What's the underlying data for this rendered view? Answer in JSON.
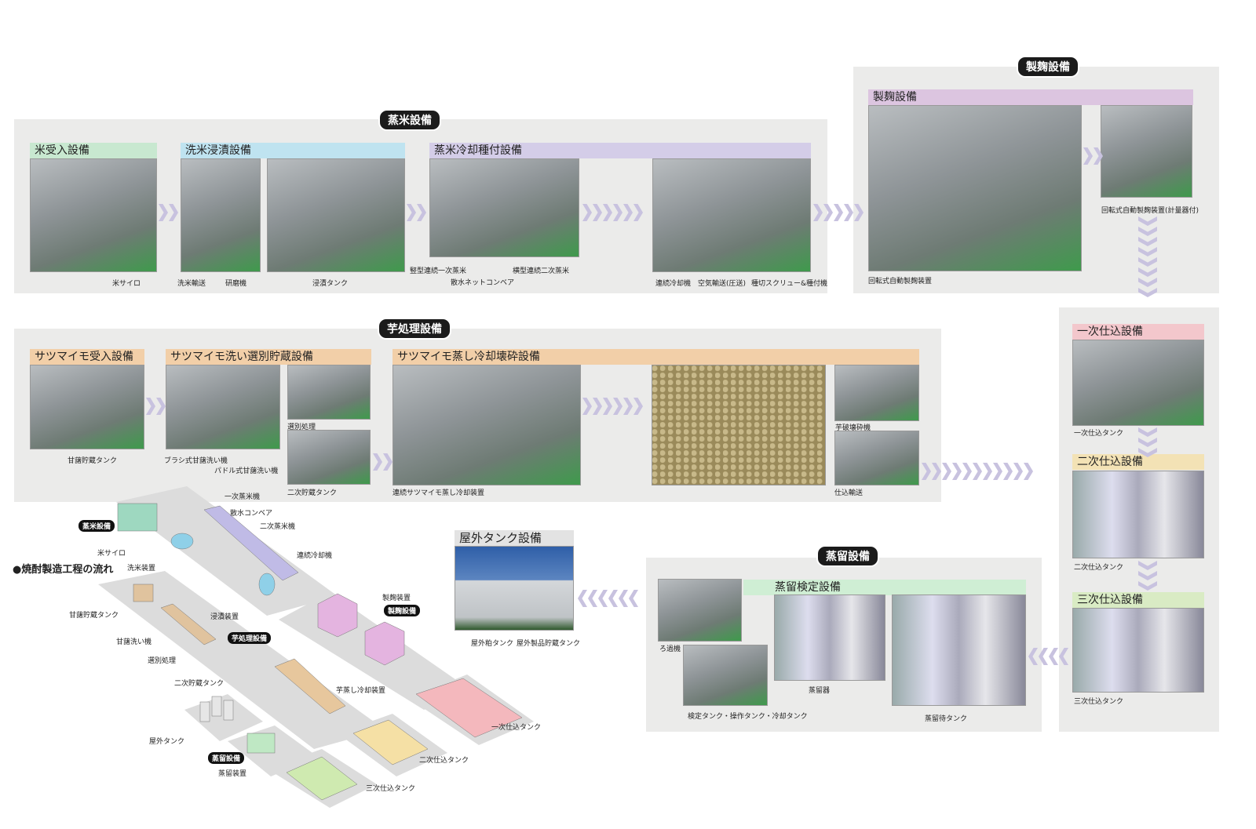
{
  "title": "●焼酎製造工程の流れ",
  "colors": {
    "arrow": "#c8c2df",
    "panel": "#ebebea",
    "rice_receive": "#c8e8d0",
    "wash": "#bfe3f0",
    "steam": "#d4cde8",
    "koji": "#dcc5e0",
    "imo": "#f2cfa8",
    "first": "#f3c7cc",
    "second": "#f3e2b5",
    "third": "#d9ebc4",
    "distill": "#cfeed4",
    "outdoor": "#e3e3e3"
  },
  "steam_rice": {
    "badge": "蒸米設備",
    "sections": [
      "米受入設備",
      "洗米浸漬設備",
      "蒸米冷却種付設備"
    ],
    "labels": [
      "米サイロ",
      "洗米輸送",
      "研磨機",
      "浸漬タンク",
      "竪型連続一次蒸米",
      "散水ネットコンベア",
      "横型連続二次蒸米",
      "連続冷却機",
      "空気輸送(圧送)",
      "種切スクリュー&種付機"
    ]
  },
  "koji": {
    "badge": "製麹設備",
    "section": "製麹設備",
    "labels": [
      "回転式自動製麹装置",
      "回転式自動製麹装置(計量器付)"
    ]
  },
  "imo": {
    "badge": "芋処理設備",
    "sections": [
      "サツマイモ受入設備",
      "サツマイモ洗い選別貯蔵設備",
      "サツマイモ蒸し冷却壊砕設備"
    ],
    "labels": [
      "甘藷貯蔵タンク",
      "ブラシ式甘藷洗い機",
      "パドル式甘藷洗い機",
      "選別処理",
      "二次貯蔵タンク",
      "連続サツマイモ蒸し冷却装置",
      "芋破壊砕機",
      "仕込輸送"
    ]
  },
  "mash": {
    "sections": [
      "一次仕込設備",
      "二次仕込設備",
      "三次仕込設備"
    ],
    "labels": [
      "一次仕込タンク",
      "二次仕込タンク",
      "三次仕込タンク"
    ]
  },
  "distill": {
    "badge": "蒸留設備",
    "section": "蒸留検定設備",
    "labels": [
      "ろ過機",
      "検定タンク・操作タンク・冷却タンク",
      "蒸留器",
      "蒸留待タンク"
    ]
  },
  "outdoor": {
    "section": "屋外タンク設備",
    "labels": [
      "屋外粕タンク",
      "屋外製品貯蔵タンク"
    ]
  },
  "diagram": {
    "badges": [
      "蒸米設備",
      "製麹設備",
      "芋処理設備",
      "蒸留設備"
    ],
    "labels": [
      "一次蒸米機",
      "散水コンベア",
      "二次蒸米機",
      "連続冷却機",
      "米サイロ",
      "洗米装置",
      "浸漬装置",
      "製麹装置",
      "甘藷貯蔵タンク",
      "甘藷洗い機",
      "選別処理",
      "二次貯蔵タンク",
      "芋蒸し冷却装置",
      "一次仕込タンク",
      "二次仕込タンク",
      "三次仕込タンク",
      "屋外タンク",
      "蒸留装置"
    ]
  }
}
